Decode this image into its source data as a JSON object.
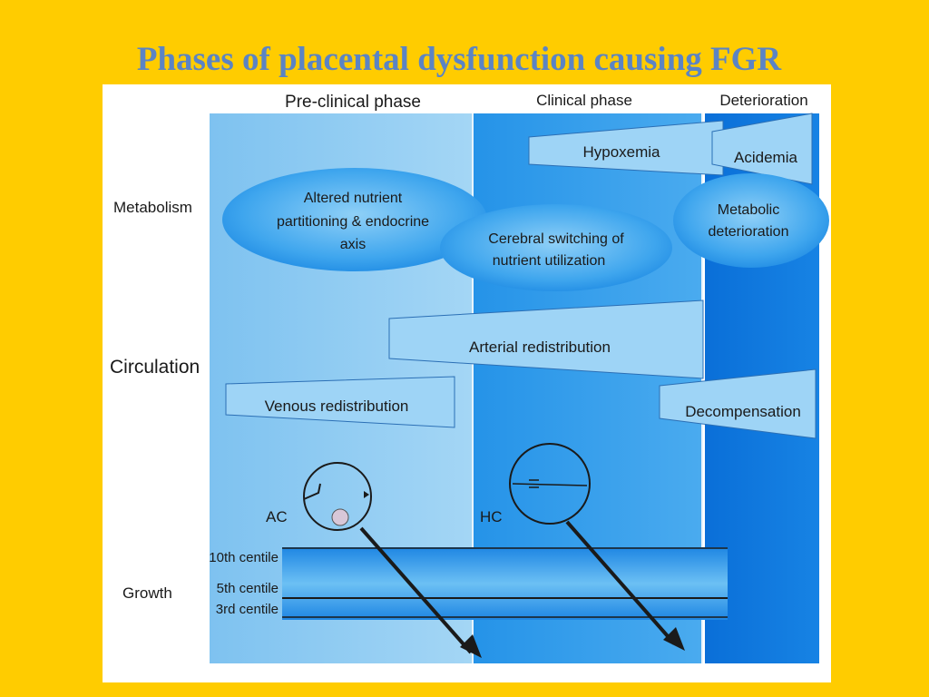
{
  "slide": {
    "title": "Phases of placental dysfunction causing FGR"
  },
  "phases": {
    "preclinical": "Pre-clinical phase",
    "clinical": "Clinical phase",
    "deterioration": "Deterioration"
  },
  "rows": {
    "metabolism": "Metabolism",
    "circulation": "Circulation",
    "growth": "Growth"
  },
  "metabolism": {
    "hypoxemia": "Hypoxemia",
    "acidemia": "Acidemia",
    "altered_line1": "Altered nutrient",
    "altered_line2": "partitioning & endocrine",
    "altered_line3": "axis",
    "cerebral_line1": "Cerebral switching of",
    "cerebral_line2": "nutrient utilization",
    "metabolic_line1": "Metabolic",
    "metabolic_line2": "deterioration"
  },
  "circulation": {
    "arterial": "Arterial redistribution",
    "venous": "Venous redistribution",
    "decompensation": "Decompensation"
  },
  "growth": {
    "ac": "AC",
    "hc": "HC",
    "centile_10": "10th centile",
    "centile_5": "5th centile",
    "centile_3": "3rd centile"
  },
  "colors": {
    "background": "#FFCC00",
    "title": "#5B84C4",
    "preclinical": "#8FCBF2",
    "clinical": "#2E9BEB",
    "deterioration": "#0E78DD"
  }
}
